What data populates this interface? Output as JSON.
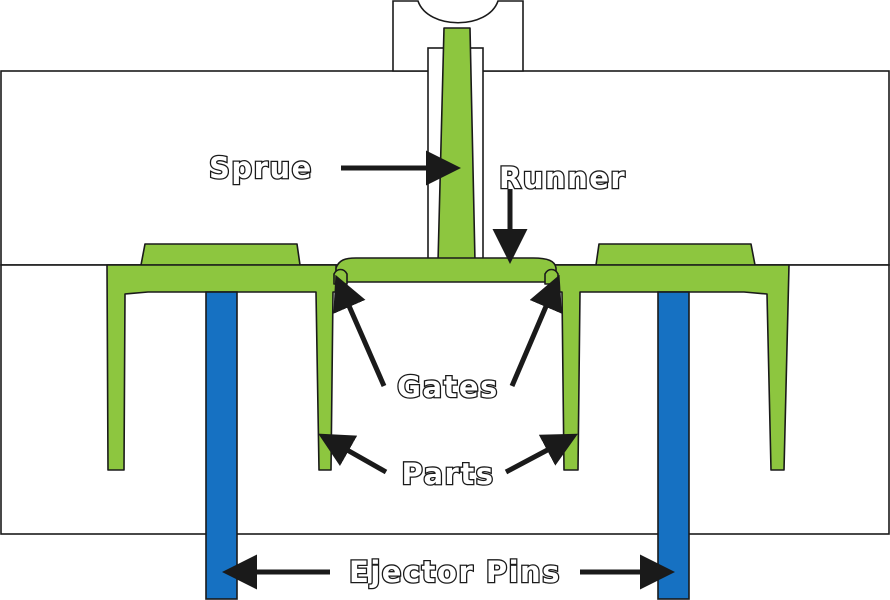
{
  "diagram": {
    "labels": {
      "sprue": "Sprue",
      "runner": "Runner",
      "gates": "Gates",
      "parts": "Parts",
      "ejector_pins": "Ejector Pins"
    },
    "colors": {
      "plastic": "#8dc63f",
      "ejector_pin": "#1671c2",
      "mold_outline": "#1a1a1a",
      "mold_fill": "#ffffff"
    }
  }
}
